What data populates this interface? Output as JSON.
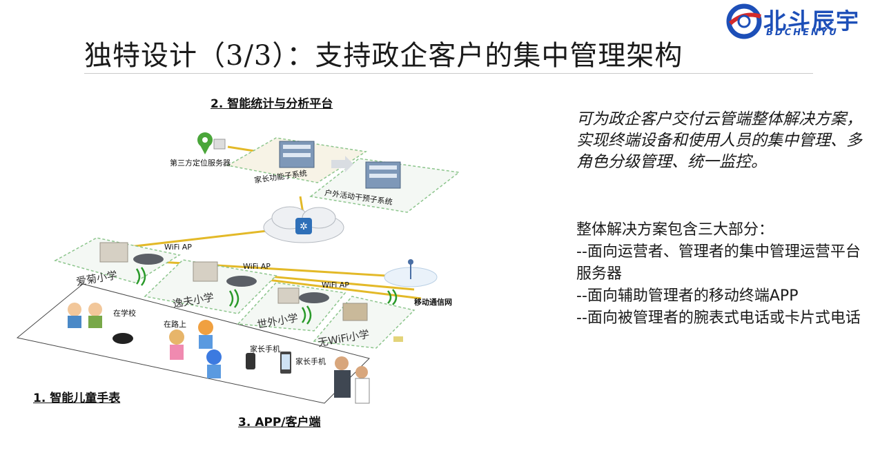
{
  "slide": {
    "title": "独特设计（3/3）：支持政企客户的集中管理架构"
  },
  "logo": {
    "name_cn": "北斗辰宇",
    "name_en": "BDCHENYU"
  },
  "diagram": {
    "platform_label": "2. 智能统计与分析平台",
    "watch_label": "1. 智能儿童手表",
    "app_label": "3. APP/客户端",
    "third_party_server": "第三方定位服务器",
    "parent_system": "家长功能子系统",
    "outdoor_system": "户外活动干预子系统",
    "wifi_ap_1": "WiFi AP",
    "wifi_ap_2": "WiFi AP",
    "wifi_ap_3": "WiFi AP",
    "schools": [
      "爱菊小学",
      "逸夫小学",
      "世外小学",
      "无WiFi小学"
    ],
    "mobile_network": "移动通信网",
    "at_school": "在学校",
    "on_road": "在路上",
    "parent_phone_1": "家长手机",
    "parent_phone_2": "家长手机"
  },
  "description": {
    "intro": "可为政企客户交付云管端整体解决方案，实现终端设备和使用人员的集中管理、多角色分级管理、统一监控。",
    "lines": [
      "整体解决方案包含三大部分：",
      "--面向运营者、管理者的集中管理运营平台服务器",
      "--面向辅助管理者的移动终端APP",
      "--面向被管理者的腕表式电话或卡片式电话"
    ]
  },
  "colors": {
    "brand": "#1d4fb8",
    "brand_red": "#d42a2a",
    "link_line": "#e3b928",
    "tile_border": "#8cc58c",
    "wifi_green": "#2a9a2a"
  }
}
